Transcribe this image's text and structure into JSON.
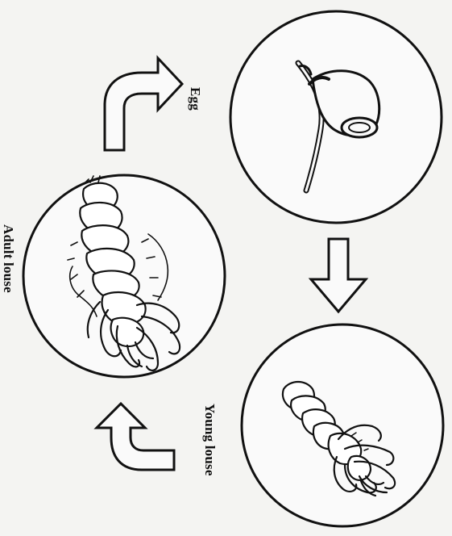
{
  "labels": {
    "egg": "Egg",
    "young_louse": "Young louse",
    "adult_louse": "Adult louse"
  },
  "stages": [
    {
      "id": "egg",
      "icon": "egg-on-hair-icon"
    },
    {
      "id": "young_louse",
      "icon": "young-louse-icon"
    },
    {
      "id": "adult_louse",
      "icon": "adult-louse-icon"
    }
  ],
  "arrows": [
    {
      "from": "adult_louse",
      "to": "egg"
    },
    {
      "from": "egg",
      "to": "young_louse"
    },
    {
      "from": "young_louse",
      "to": "adult_louse"
    }
  ]
}
